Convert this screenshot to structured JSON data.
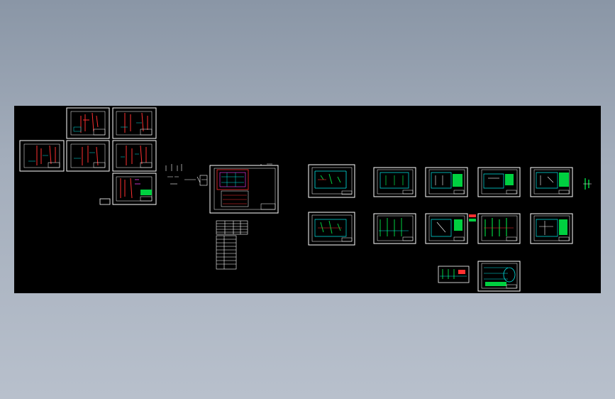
{
  "viewer": {
    "background_color": "#8a96a6",
    "drawing_background": "#000000",
    "colors": {
      "frame": "#ffffff",
      "cyan": "#00e5e5",
      "red": "#ff3030",
      "green": "#00d040",
      "magenta": "#ff40ff",
      "yellow": "#e5e500"
    }
  },
  "sheet_groups": [
    {
      "name": "left-detail-sheets",
      "count": 7
    },
    {
      "name": "center-plan-sheet",
      "count": 1
    },
    {
      "name": "right-upper-row",
      "count": 6
    },
    {
      "name": "right-lower-row",
      "count": 5
    },
    {
      "name": "right-bottom-row",
      "count": 2
    }
  ]
}
